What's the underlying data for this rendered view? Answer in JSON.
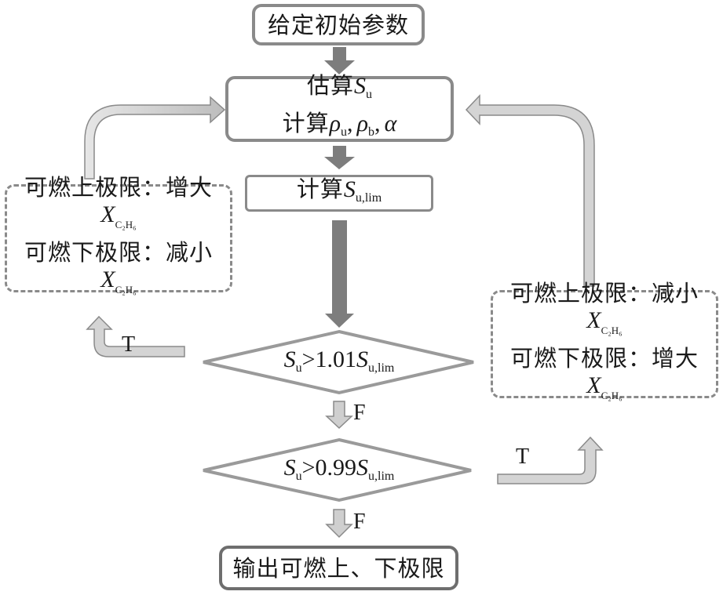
{
  "nodes": {
    "start": {
      "text": "给定初始参数"
    },
    "estimate": {
      "line1_cn": "估算",
      "line1_var": "S",
      "line1_sub": "u",
      "line2_cn": "计算",
      "rho": "ρ",
      "rho_u_sub": "u",
      "sep": ",",
      "rho_b_sub": "b",
      "alpha": "α"
    },
    "compute_lim": {
      "cn": "计算",
      "var": "S",
      "sub": "u,lim"
    },
    "cond1": {
      "var_left": "S",
      "sub_left": "u",
      "op": ">",
      "coef": "1.01",
      "var_right": "S",
      "sub_right": "u,lim"
    },
    "cond2": {
      "var_left": "S",
      "sub_left": "u",
      "op": ">",
      "coef": "0.99",
      "var_right": "S",
      "sub_right": "u,lim"
    },
    "end": {
      "text": "输出可燃上、下极限"
    },
    "left_adjust": {
      "upper": "可燃上极限：增大",
      "lower": "可燃下极限：减小",
      "var": "X",
      "sub": "C₂H₆"
    },
    "right_adjust": {
      "upper": "可燃上极限：减小",
      "lower": "可燃下极限：增大",
      "var": "X",
      "sub": "C₂H₆"
    }
  },
  "edge_labels": {
    "cond1_true": "T",
    "cond1_false": "F",
    "cond2_true": "T",
    "cond2_false": "F"
  },
  "colors": {
    "stroke": "#8a8a8a",
    "arrow_dark": "#7d7d7d",
    "arrow_light": "#d4d4d4"
  }
}
